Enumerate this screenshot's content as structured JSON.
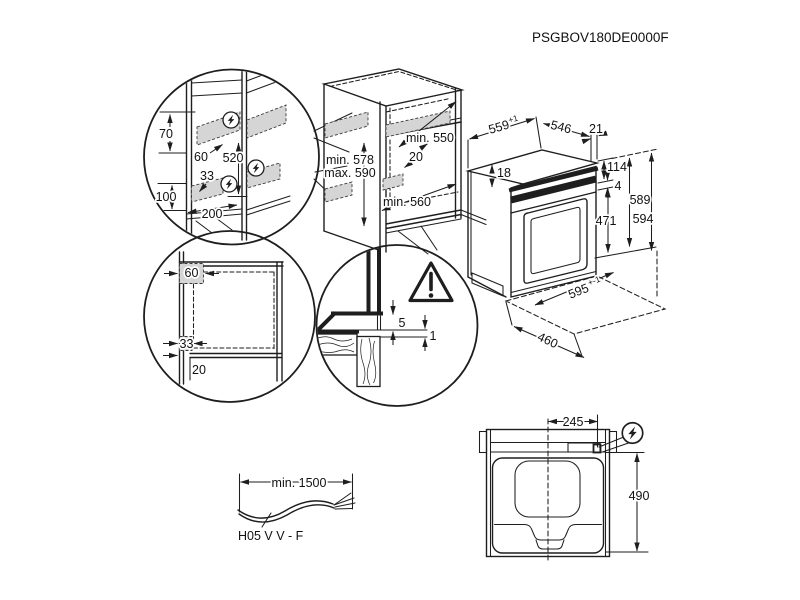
{
  "title": "PSGBOV180DE0000F",
  "colors": {
    "line": "#1e1e1e",
    "zone_fill": "#d5d5d5",
    "background": "#ffffff"
  },
  "detail_top": {
    "d70": "70",
    "d60": "60",
    "d520": "520",
    "d33": "33",
    "d100": "100",
    "d200": "200"
  },
  "cabinet": {
    "min_depth_top": "min. 550",
    "gap20": "20",
    "min_height": "min. 578",
    "max_height": "max. 590",
    "min_depth_bottom": "min. 560"
  },
  "oven": {
    "width": "559",
    "width_tol": "+1",
    "depth": "546",
    "front_gap": "21",
    "top_inset": "18",
    "panel_height": "114",
    "gap4": "4",
    "door_height": "471",
    "height_back": "589",
    "height_front": "594",
    "front_width": "595",
    "front_width_tol": "+-1",
    "base_depth": "460"
  },
  "detail_plan": {
    "d60": "60",
    "d33": "33",
    "d20": "20"
  },
  "detail_gap": {
    "d5": "5",
    "d1": "1"
  },
  "cable": {
    "length": "min. 1500",
    "type": "H05 V V - F"
  },
  "top_view": {
    "d245": "245",
    "d490": "490"
  },
  "icons": {
    "power": "power-connection-icon",
    "warning": "warning-icon"
  }
}
